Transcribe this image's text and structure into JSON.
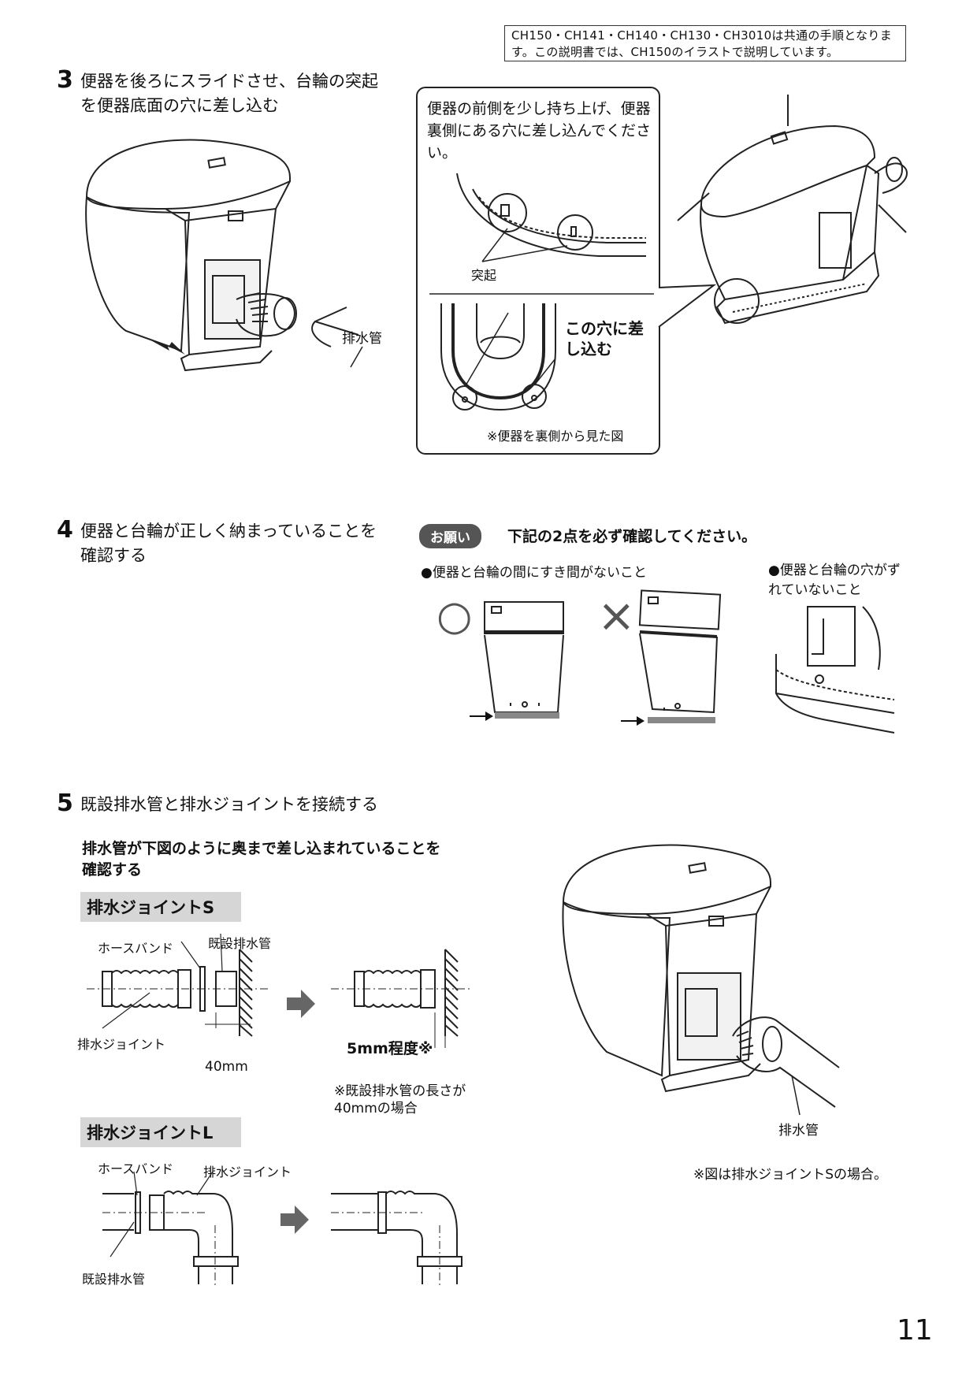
{
  "note": "CH150・CH141・CH140・CH130・CH3010は共通の手順となります。この説明書では、CH150のイラストで説明しています。",
  "step3": {
    "number": "3",
    "text": "便器を後ろにスライドさせ、台輪の突起を便器底面の穴に差し込む",
    "label_drain": "排水管",
    "callout_text": "便器の前側を少し持ち上げ、便器裏側にある穴に差し込んでください。",
    "label_protrusion": "突起",
    "label_hole": "この穴に差し込む",
    "label_rear_view": "※便器を裏側から見た図"
  },
  "step4": {
    "number": "4",
    "text": "便器と台輪が正しく納まっていることを確認する",
    "request_badge": "お願い",
    "request_text": "下記の2点を必ず確認してください。",
    "check1": "●便器と台輪の間にすき間がないこと",
    "check2": "●便器と台輪の穴がずれていないこと",
    "ok_mark": "○",
    "ng_mark": "×"
  },
  "step5": {
    "number": "5",
    "text": "既設排水管と排水ジョイントを接続する",
    "subtext": "排水管が下図のように奥まで差し込まれていることを確認する",
    "joint_s_title": "排水ジョイントS",
    "label_hose_band": "ホースバンド",
    "label_existing_pipe": "既設排水管",
    "label_drain_joint": "排水ジョイント",
    "label_40mm": "40mm",
    "label_5mm": "5mm程度※",
    "note_40mm": "※既設排水管の長さが40mmの場合",
    "joint_l_title": "排水ジョイントL",
    "label_drain_pipe": "排水管",
    "note_fig": "※図は排水ジョイントSの場合。"
  },
  "page_number": "11"
}
